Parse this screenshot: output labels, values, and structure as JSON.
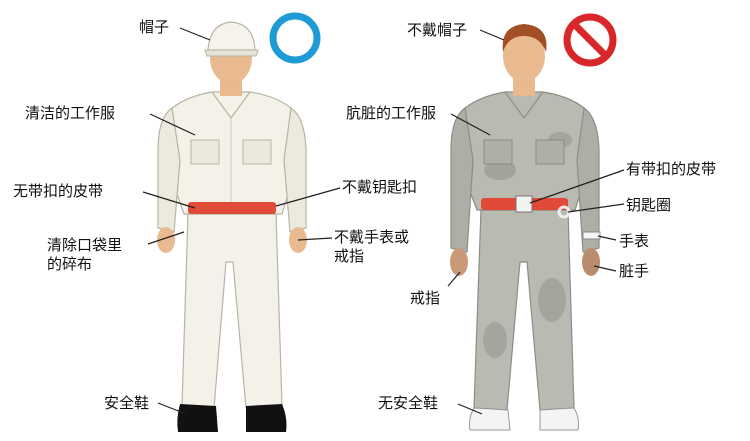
{
  "colors": {
    "ok_ring": "#1e9bd4",
    "ban_ring": "#d9262a",
    "belt": "#e14a36",
    "clean_suit": "#f3f1e8",
    "dirty_suit": "#b9bbb2",
    "skin": "#e9b990",
    "hair": "#a24f26",
    "boot": "#111111"
  },
  "left_figure": {
    "symbol": "circle-ok-icon",
    "labels": {
      "cap": "帽子",
      "clean_uniform": "清洁的工作服",
      "no_buckle_belt": "无带扣的皮带",
      "no_keychain": "不戴钥匙扣",
      "clear_pocket": "清除口袋里\n的碎布",
      "no_watch_ring": "不戴手表或\n戒指",
      "safety_shoes": "安全鞋"
    }
  },
  "right_figure": {
    "symbol": "prohibited-icon",
    "labels": {
      "no_cap": "不戴帽子",
      "dirty_uniform": "肮脏的工作服",
      "buckle_belt": "有带扣的皮带",
      "key_ring": "钥匙圈",
      "watch": "手表",
      "ring": "戒指",
      "dirty_hands": "脏手",
      "no_safety_shoes": "无安全鞋"
    }
  }
}
